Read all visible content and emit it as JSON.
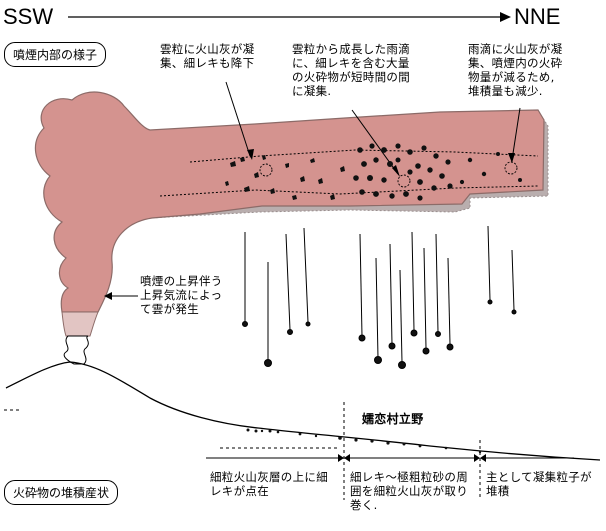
{
  "direction": {
    "left": "SSW",
    "right": "NNE"
  },
  "headers": {
    "plume_interior": "噴煙内部の様子",
    "deposit_state": "火砕物の堆積産状"
  },
  "annotations": {
    "zone1": [
      "雲粒に火山灰が凝",
      "集、細レキも降下"
    ],
    "zone2": [
      "雲粒から成長した雨滴",
      "に、細レキを含む大量",
      "の火砕物が短時間の間",
      "に凝集."
    ],
    "zone3": [
      "雨滴に火山灰が凝",
      "集、噴煙内の火砕",
      "物量が減るため,",
      "堆積量も減少."
    ],
    "updraft": [
      "噴煙の上昇伴う",
      "上昇気流によっ",
      "て雲が発生"
    ]
  },
  "location": "嬬恋村立野",
  "deposits": {
    "left": [
      "細粒火山灰層の上に細",
      "レキが点在"
    ],
    "middle": [
      "細レキ～極粗粒砂の周",
      "囲を細粒火山灰が取り",
      "巻く."
    ],
    "right": [
      "主として凝集粒子が",
      "堆積"
    ]
  },
  "colors": {
    "plume": "#d4938f",
    "plume_edge": "#8c6b68",
    "shadow": "#b9aeae",
    "vent": "#e2c5c3"
  }
}
